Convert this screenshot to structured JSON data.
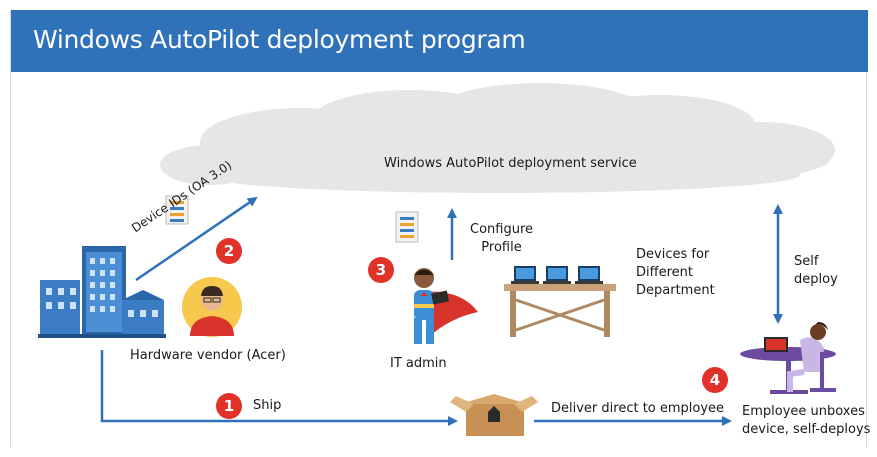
{
  "header": {
    "title": "Windows AutoPilot deployment program"
  },
  "cloud": {
    "label": "Windows AutoPilot deployment service"
  },
  "steps": [
    {
      "number": "1",
      "label": "Ship"
    },
    {
      "number": "2",
      "label": "Device IDs (OA 3.0)"
    },
    {
      "number": "3",
      "label": "Configure\nProfile"
    },
    {
      "number": "4",
      "label": ""
    }
  ],
  "labels": {
    "hardware_vendor": "Hardware vendor (Acer)",
    "it_admin": "IT admin",
    "devices": "Devices for\nDifferent\nDepartment",
    "self_deploy": "Self\ndeploy",
    "deliver": "Deliver direct to employee",
    "employee": "Employee unboxes\ndevice, self-deploys"
  },
  "colors": {
    "header": "#2f72b9",
    "accent_red": "#e03228",
    "arrow": "#2f72b9",
    "cloud": "#e6e6e6"
  },
  "icons": [
    "building-icon",
    "vendor-avatar-icon",
    "document-icon",
    "superhero-admin-icon",
    "laptop-table-icon",
    "package-box-icon",
    "employee-desk-icon"
  ]
}
